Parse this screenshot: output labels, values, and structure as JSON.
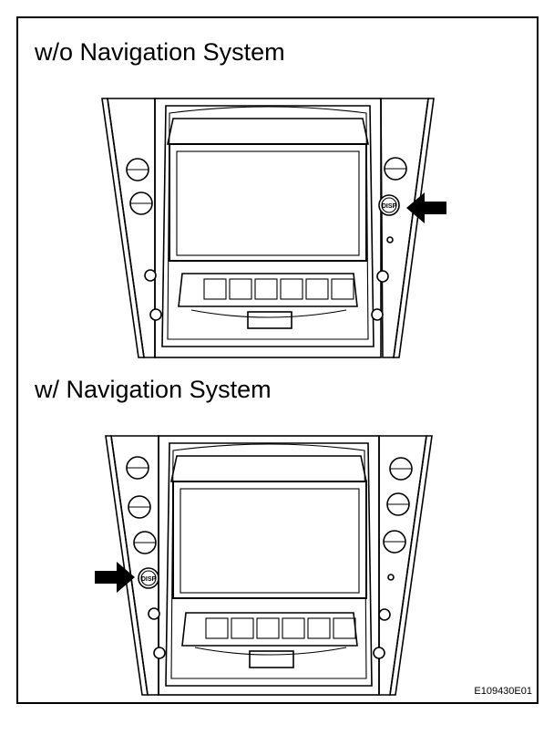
{
  "diagram": {
    "section_without_nav": {
      "heading": "w/o Navigation System",
      "disp_button_label": "DISP"
    },
    "section_with_nav": {
      "heading": "w/ Navigation System",
      "disp_button_label": "DISP"
    },
    "figure_code": "E109430E01",
    "colors": {
      "line": "#000000",
      "background": "#ffffff"
    },
    "icons": [
      "arrow-left-icon",
      "arrow-right-icon"
    ]
  }
}
